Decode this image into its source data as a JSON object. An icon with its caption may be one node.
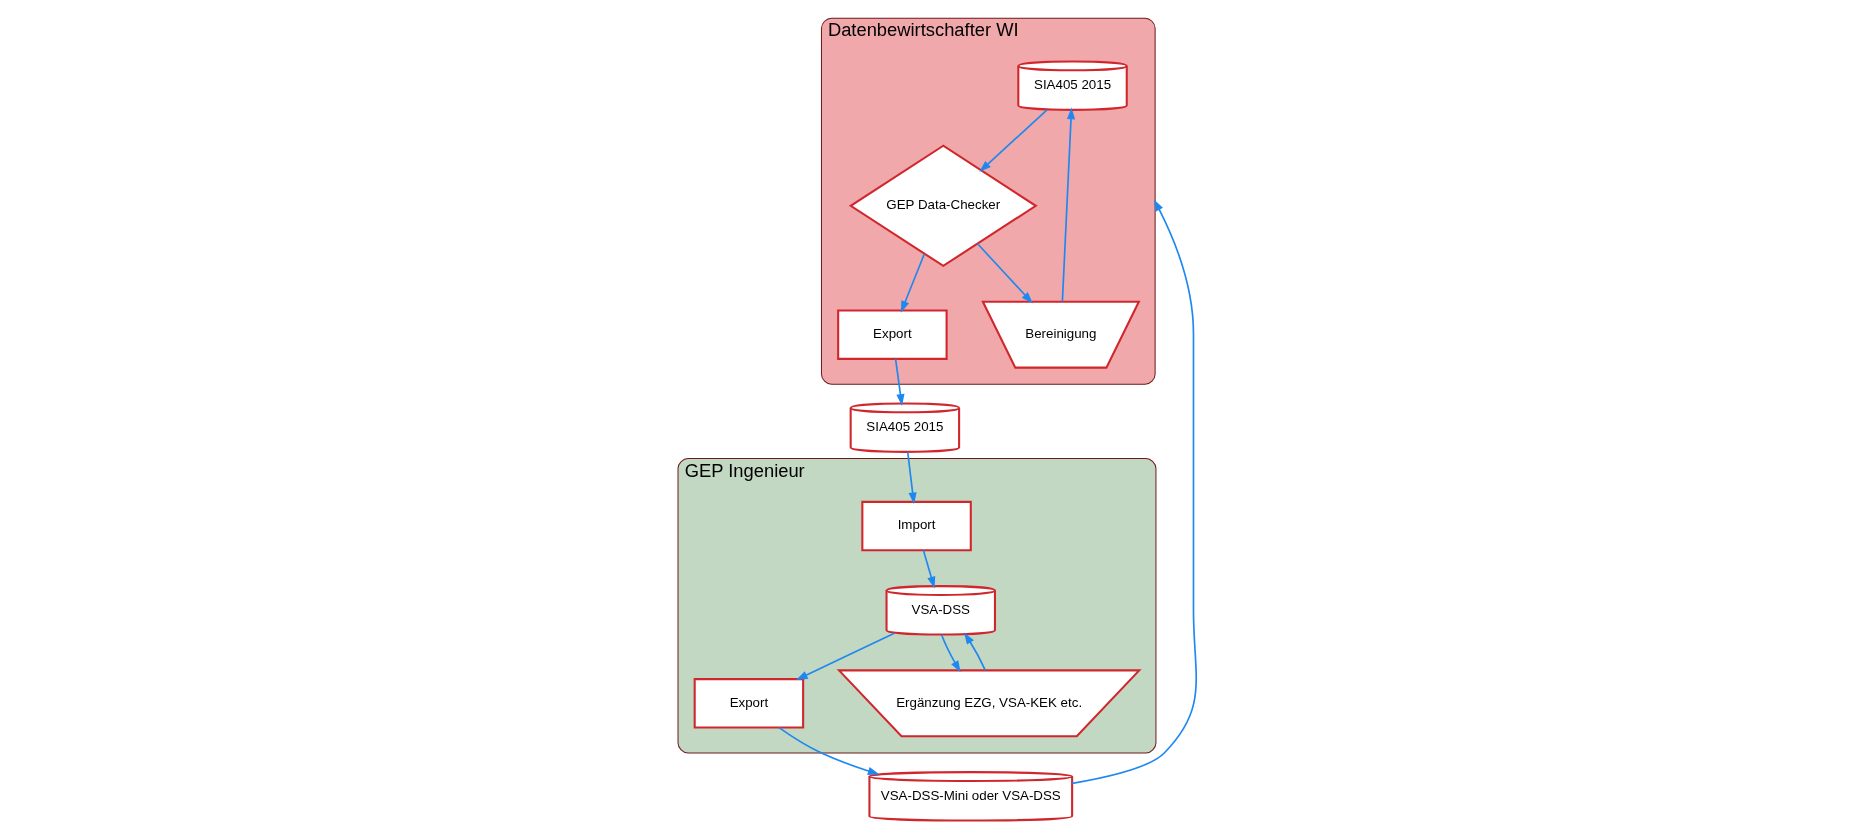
{
  "diagram": {
    "nodes": [
      {
        "text": [
          "VSA-DSS-Mini oder VSA-DSS"
        ]
      },
      {
        "text": [
          "Datenbewirtschafter WI"
        ]
      },
      {
        "text": [
          "SIA405 2015"
        ],
        "in": 1
      },
      {
        "text": [
          "Bereinigung"
        ],
        "in": 1
      },
      {
        "text": [
          "GEP Data-Checker"
        ],
        "in": 1
      },
      {
        "text": [
          "Export"
        ],
        "in": 1
      },
      {
        "text": [
          "SIA405 2015"
        ]
      },
      {
        "text": [
          "GEP Ingenieur"
        ]
      },
      {
        "text": [
          "Export"
        ],
        "in": 7
      },
      {
        "text": [
          "VSA-DSS"
        ],
        "in": 7
      },
      {
        "text": [
          "Import"
        ],
        "in": 7
      },
      {
        "text": [
          "Ergänzung EZG, VSA-KEK etc."
        ],
        "in": 7
      }
    ],
    "edges": [
      {
        "from": 0,
        "to": 1,
        "arrow": "to"
      },
      {
        "from": 2,
        "to": 4,
        "arrow": "to"
      },
      {
        "from": 4,
        "to": 3,
        "arrow": "to"
      },
      {
        "from": 3,
        "to": 2,
        "arrow": "to"
      },
      {
        "from": 4,
        "to": 5,
        "arrow": "to"
      },
      {
        "from": 5,
        "to": 6,
        "arrow": "to"
      },
      {
        "from": 6,
        "to": 10,
        "arrow": "to"
      },
      {
        "from": 10,
        "to": 9,
        "arrow": "to"
      },
      {
        "from": 9,
        "to": 11,
        "arrow": "to"
      },
      {
        "from": 11,
        "to": 9,
        "arrow": "to"
      },
      {
        "from": 9,
        "to": 8,
        "arrow": "to"
      },
      {
        "from": 8,
        "to": 0,
        "arrow": "to"
      }
    ]
  }
}
